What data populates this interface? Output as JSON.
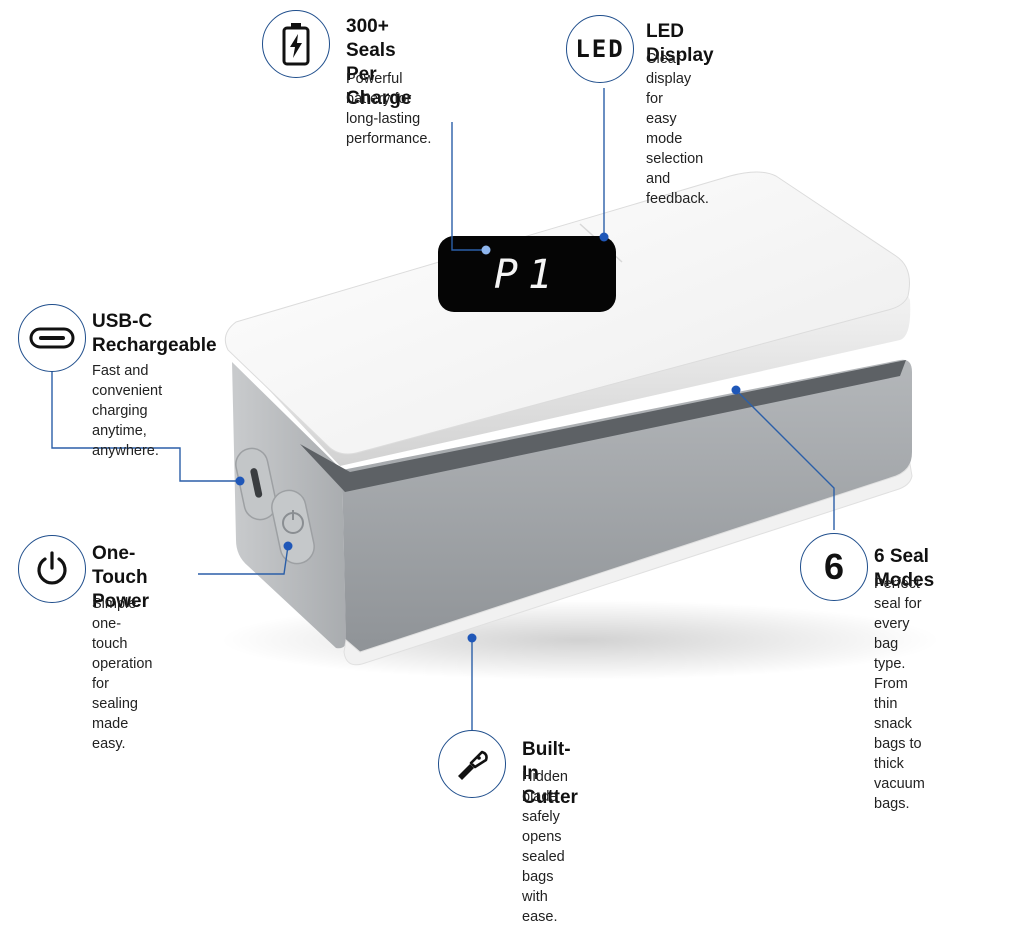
{
  "display_reading": "P1",
  "colors": {
    "accent": "#1f4e8c",
    "leader_line": "#2b5fa8",
    "device_body": "#9fa3a7",
    "device_lid": "#f4f4f4",
    "display_bg": "#050505"
  },
  "features": [
    {
      "id": "battery",
      "icon": "battery-charging-icon",
      "title": "300+ Seals\nPer Charge",
      "description": "Powerful battery for\nlong-lasting performance."
    },
    {
      "id": "led",
      "icon": "led-display-icon",
      "icon_text": "LED",
      "title": "LED Display",
      "description": "Clear display for\neasy mode selection\nand feedback."
    },
    {
      "id": "usbc",
      "icon": "usb-c-port-icon",
      "title": "USB-C\nRechargeable",
      "description": "Fast and convenient\ncharging anytime,\nanywhere."
    },
    {
      "id": "power",
      "icon": "power-icon",
      "title": "One-Touch\nPower",
      "description": "Simple one-touch\noperation for\nsealing made easy."
    },
    {
      "id": "modes",
      "icon": "number-six-icon",
      "icon_text": "6",
      "title": "6 Seal Modes",
      "description": "Perfect seal for every\nbag type. From thin\nsnack bags to thick\nvacuum bags."
    },
    {
      "id": "cutter",
      "icon": "blade-cutter-icon",
      "title": "Built-In Cutter",
      "description": "Hidden blade safely opens\nsealed bags with ease."
    }
  ]
}
